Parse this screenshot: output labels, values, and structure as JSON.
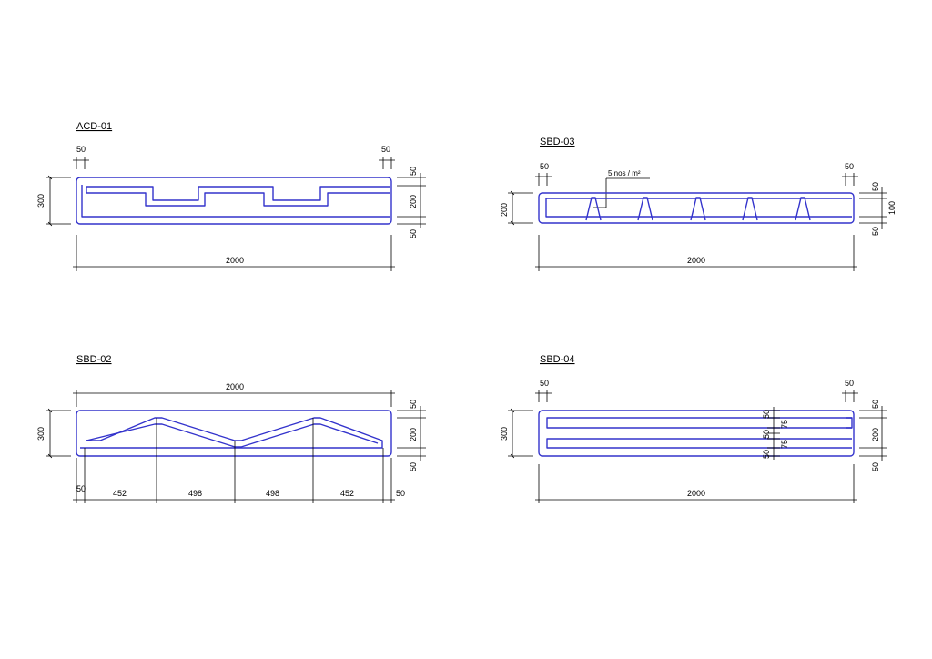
{
  "panels": {
    "acd01": {
      "title": "ACD-01",
      "cover_left": "50",
      "cover_right": "50",
      "height": "300",
      "length": "2000",
      "right_top": "50",
      "right_mid": "200",
      "right_bot": "50"
    },
    "sbd03": {
      "title": "SBD-03",
      "cover_left": "50",
      "cover_right": "50",
      "height": "200",
      "length": "2000",
      "right_top": "50",
      "right_mid": "100",
      "right_bot": "50",
      "note": "5 nos / m²"
    },
    "sbd02": {
      "title": "SBD-02",
      "length": "2000",
      "height": "300",
      "right_top": "50",
      "right_mid": "200",
      "right_bot": "50",
      "bottom": [
        "50",
        "452",
        "498",
        "498",
        "452",
        "50"
      ]
    },
    "sbd04": {
      "title": "SBD-04",
      "cover_left": "50",
      "cover_right": "50",
      "height": "300",
      "length": "2000",
      "right_top": "50",
      "right_mid": "200",
      "right_bot": "50",
      "inner_a": "50",
      "inner_b": "50",
      "inner_c": "50",
      "inner_d": "75",
      "inner_e": "75"
    }
  },
  "colors": {
    "rebar": "#3333cc",
    "lines": "#000000"
  }
}
